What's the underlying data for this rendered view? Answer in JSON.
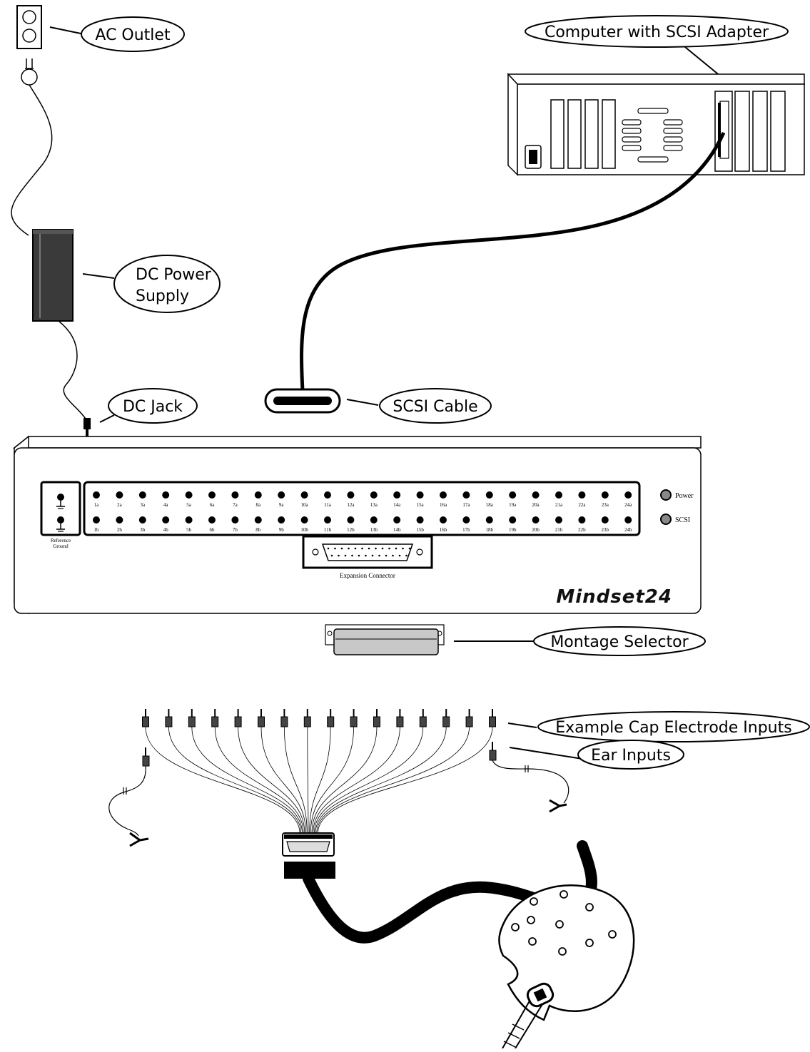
{
  "labels": {
    "ac_outlet": "AC Outlet",
    "computer": "Computer with SCSI Adapter",
    "dc_power_line1": "DC Power",
    "dc_power_line2": "Supply",
    "dc_jack": "DC Jack",
    "scsi_cable": "SCSI Cable",
    "montage_selector": "Montage Selector",
    "cap_inputs": "Example Cap Electrode Inputs",
    "ear_inputs": "Ear Inputs"
  },
  "device": {
    "brand": "Mindset24",
    "reference_line1": "Reference",
    "reference_line2": "Ground",
    "expansion": "Expansion Connector",
    "power_led": "Power",
    "scsi_led": "SCSI",
    "channels_a": [
      "1a",
      "2a",
      "3a",
      "4a",
      "5a",
      "6a",
      "7a",
      "8a",
      "9a",
      "10a",
      "11a",
      "12a",
      "13a",
      "14a",
      "15a",
      "16a",
      "17a",
      "18a",
      "19a",
      "20a",
      "21a",
      "22a",
      "23a",
      "24a"
    ],
    "channels_b": [
      "1b",
      "2b",
      "3b",
      "4b",
      "5b",
      "6b",
      "7b",
      "8b",
      "9b",
      "10b",
      "11b",
      "12b",
      "13b",
      "14b",
      "15b",
      "16b",
      "17b",
      "18b",
      "19b",
      "20b",
      "21b",
      "22b",
      "23b",
      "24b"
    ]
  },
  "electrode_count": 16,
  "colors": {
    "ink": "#000000",
    "paper": "#ffffff",
    "supply": "#3a3a3a",
    "led": "#888888",
    "cable": "#000000"
  }
}
